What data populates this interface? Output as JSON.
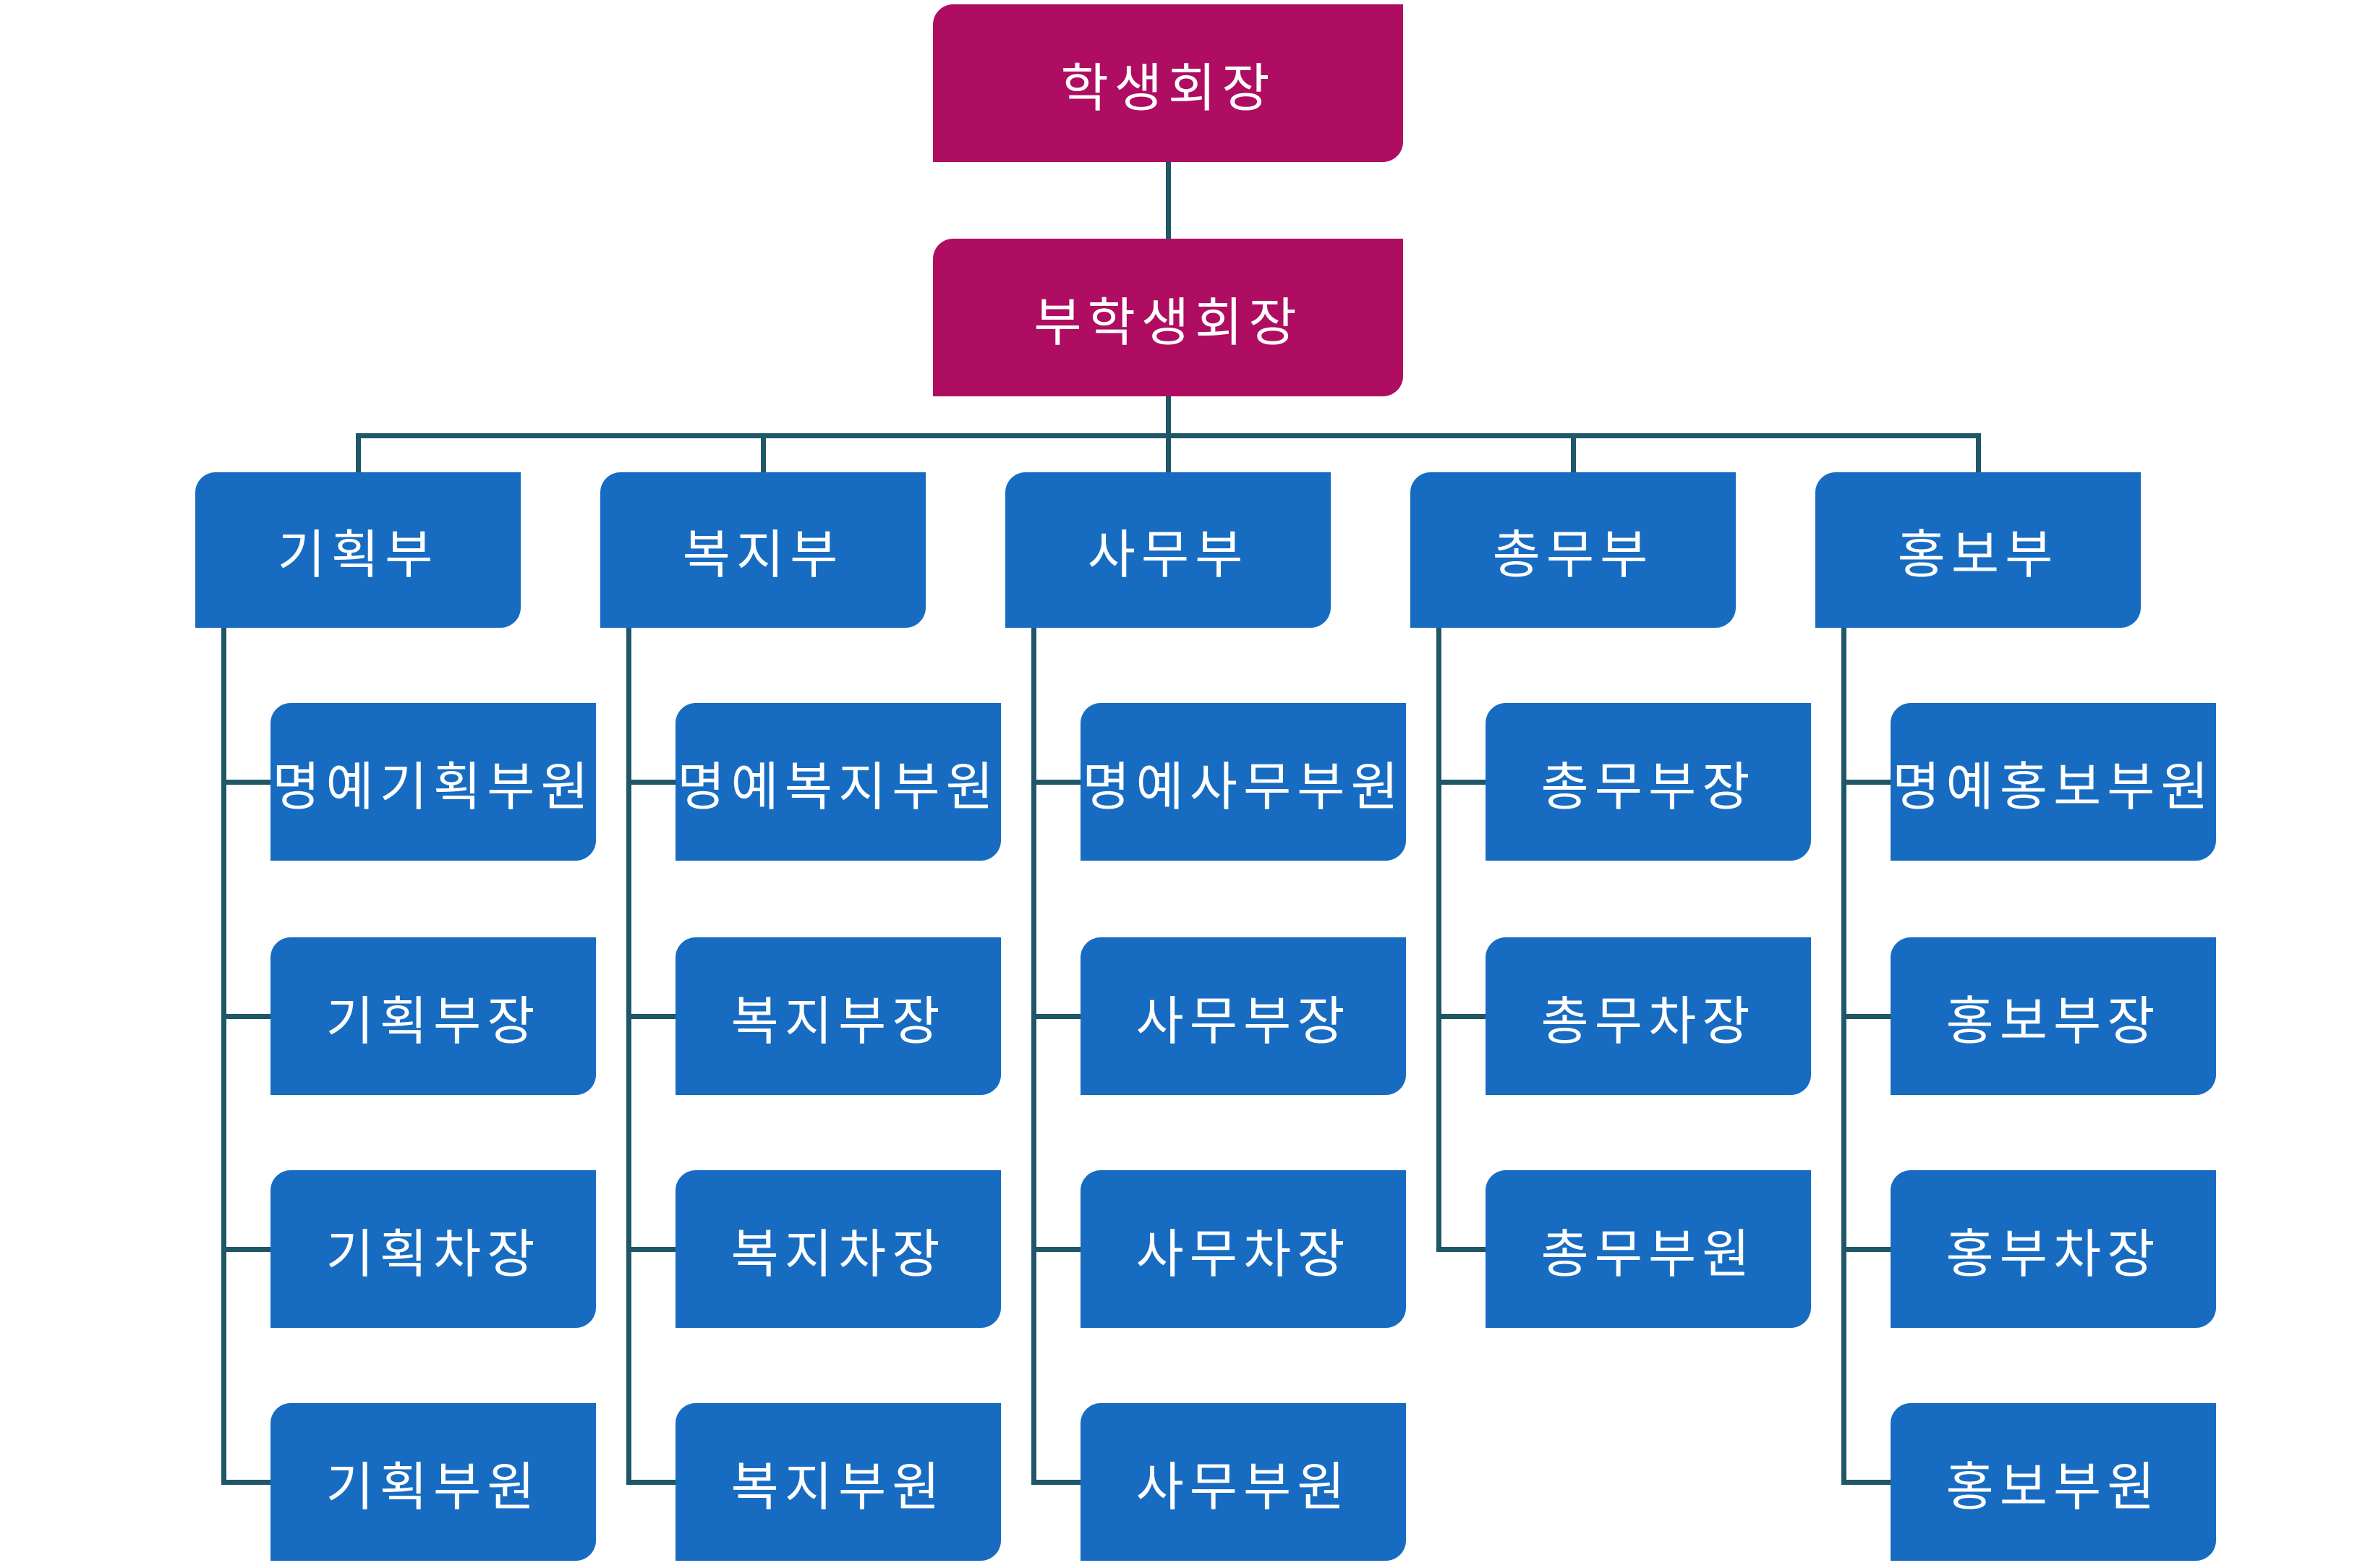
{
  "org_chart": {
    "type": "organization-hierarchy",
    "background_color": "#FFFFFF",
    "colors": {
      "root_box": "#AE0D61",
      "member_box": "#176CC2",
      "connector": "#1F5767",
      "label_text": "#FFFFFF"
    },
    "root": {
      "label": "학생회장"
    },
    "vice_root": {
      "label": "부학생회장"
    },
    "departments": [
      {
        "label": "기획부",
        "children": [
          "명예기획부원",
          "기획부장",
          "기획차장",
          "기획부원"
        ]
      },
      {
        "label": "복지부",
        "children": [
          "명예복지부원",
          "복지부장",
          "복지차장",
          "복지부원"
        ]
      },
      {
        "label": "사무부",
        "children": [
          "명예사무부원",
          "사무부장",
          "사무차장",
          "사무부원"
        ]
      },
      {
        "label": "총무부",
        "children": [
          "총무부장",
          "총무차장",
          "총무부원"
        ]
      },
      {
        "label": "홍보부",
        "children": [
          "명예홍보부원",
          "홍보부장",
          "홍부차장",
          "홍보부원"
        ]
      }
    ]
  }
}
